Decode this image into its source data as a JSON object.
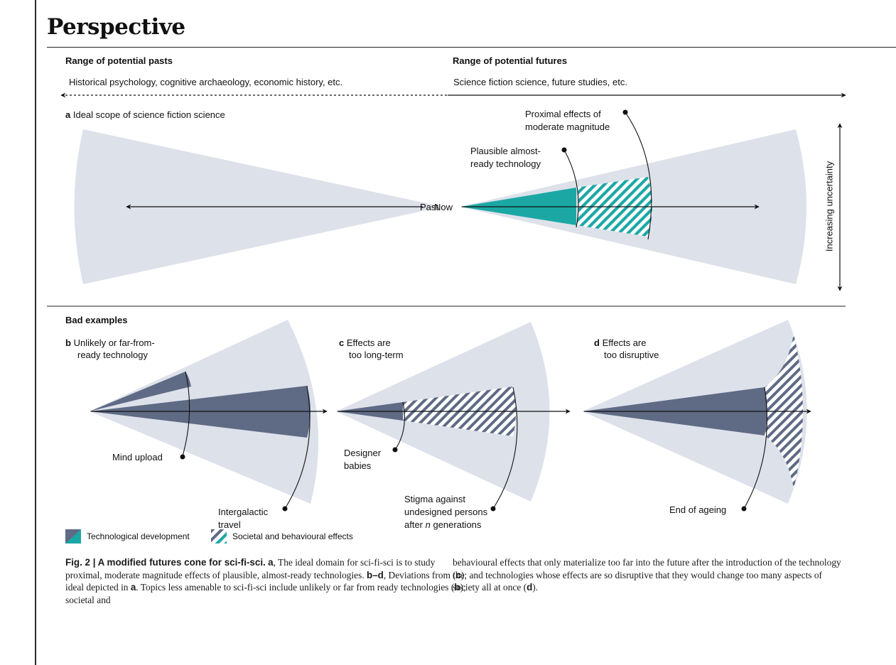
{
  "section_title": "Perspective",
  "timeline": {
    "pasts_header": "Range of potential pasts",
    "futures_header": "Range of potential futures",
    "pasts_fields": "Historical psychology, cognitive archaeology, economic history, etc.",
    "futures_fields": "Science fiction science, future studies, etc."
  },
  "panel_a": {
    "letter": "a",
    "title": "Ideal scope of science fiction science",
    "past_label": "Past",
    "now_label": "Now",
    "tech_label_1": "Plausible almost-",
    "tech_label_2": "ready technology",
    "effects_label_1": "Proximal effects of",
    "effects_label_2": "moderate magnitude",
    "uncertainty_label": "Increasing uncertainty"
  },
  "bad_examples_header": "Bad examples",
  "panel_b": {
    "letter": "b",
    "title_1": "Unlikely or far-from-",
    "title_2": "ready technology",
    "label_1": "Mind upload",
    "label_2_1": "Intergalactic",
    "label_2_2": "travel"
  },
  "panel_c": {
    "letter": "c",
    "title_1": "Effects are",
    "title_2": "too long-term",
    "label_1_1": "Designer",
    "label_1_2": "babies",
    "label_2_1": "Stigma against",
    "label_2_2": "undesigned persons",
    "label_2_3_pre": "after ",
    "label_2_3_n": "n",
    "label_2_3_post": " generations"
  },
  "panel_d": {
    "letter": "d",
    "title_1": "Effects are",
    "title_2": "too disruptive",
    "label_1": "End of ageing"
  },
  "legend": {
    "tech": "Technological development",
    "effects": "Societal and behavioural effects"
  },
  "caption": {
    "fig_label": "Fig. 2 | A modified futures cone for sci-fi-sci.",
    "a": "a",
    "t1": ", The ideal domain for sci-fi-sci is to study proximal, moderate magnitude effects of plausible, almost-ready technologies. ",
    "bd": "b–d",
    "t2": ", Deviations from the ideal depicted in ",
    "a2": "a",
    "t3": ". Topics less amenable to sci-fi-sci include unlikely or far from ready technologies (",
    "b": "b",
    "t4": "); societal and ",
    "t5": "behavioural effects that only materialize too far into the future after the introduction of the technology (",
    "c": "c",
    "t6": "); and technologies whose effects are so disruptive that they would change too many aspects of society all at once (",
    "d": "d",
    "t7": ")."
  },
  "colors": {
    "cone": "#dde1ea",
    "tech_teal": "#1ba8a5",
    "tech_navy": "#5f6b85"
  }
}
